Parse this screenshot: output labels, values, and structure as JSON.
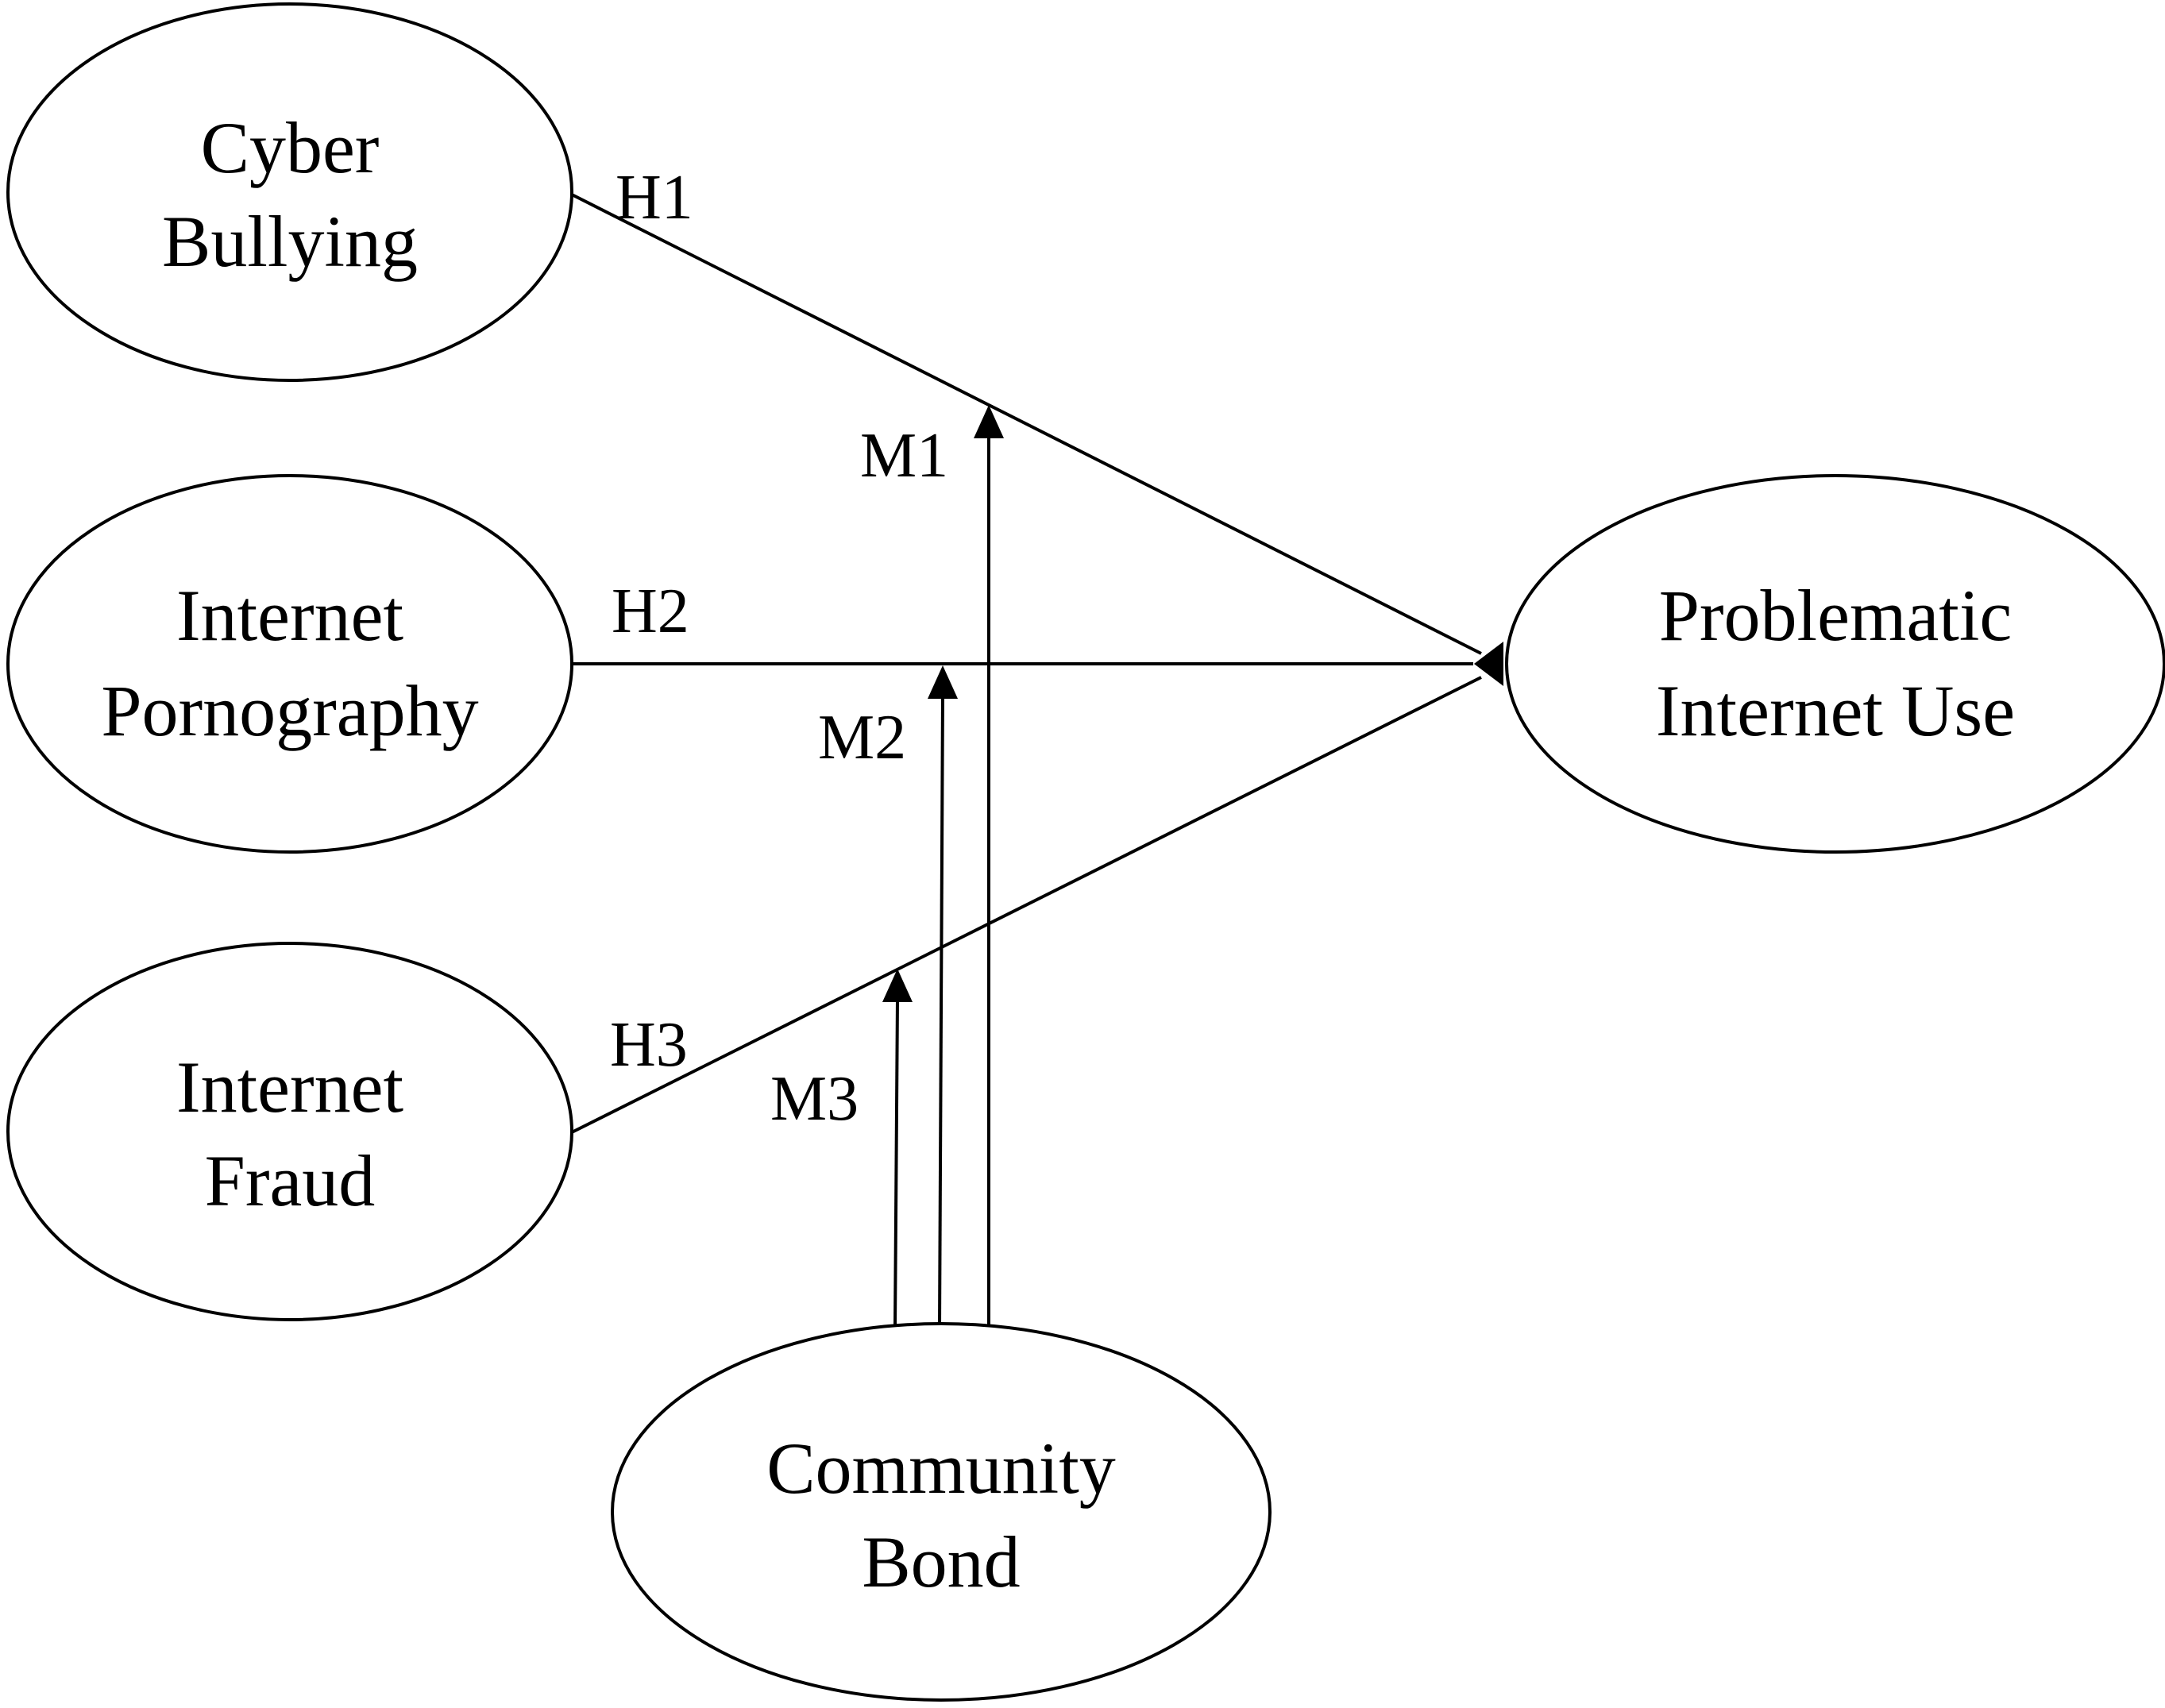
{
  "nodes": {
    "cyber_bullying": {
      "line1": "Cyber",
      "line2": "Bullying"
    },
    "internet_pornography": {
      "line1": "Internet",
      "line2": "Pornography"
    },
    "internet_fraud": {
      "line1": "Internet",
      "line2": "Fraud"
    },
    "problematic_internet_use": {
      "line1": "Problematic",
      "line2": "Internet Use"
    },
    "community_bond": {
      "line1": "Community",
      "line2": "Bond"
    }
  },
  "edges": {
    "h1": "H1",
    "h2": "H2",
    "h3": "H3",
    "m1": "M1",
    "m2": "M2",
    "m3": "M3"
  },
  "colors": {
    "stroke": "#000000",
    "background": "#ffffff"
  }
}
